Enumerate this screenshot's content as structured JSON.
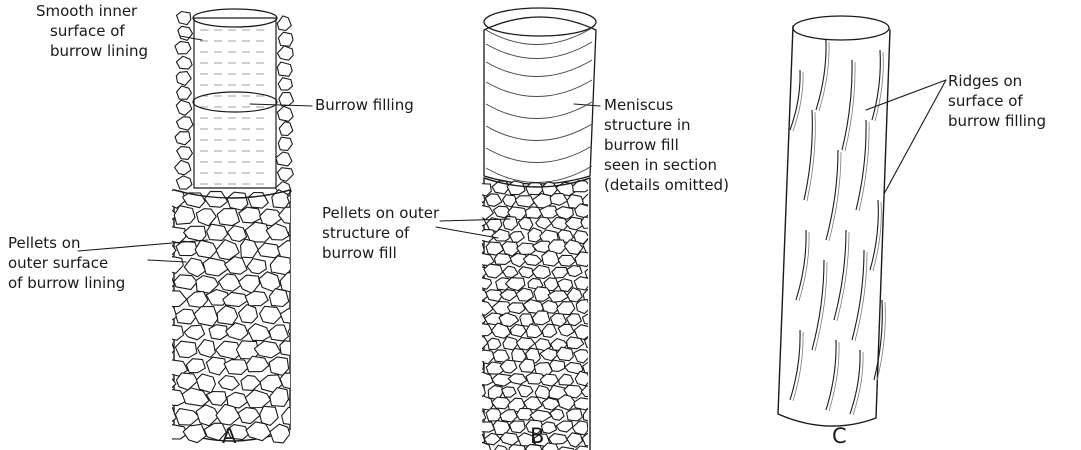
{
  "panels": [
    {
      "letter": "A",
      "labels": {
        "inner_surface": [
          "Smooth inner",
          "surface of",
          "burrow lining"
        ],
        "filling": [
          "Burrow filling"
        ],
        "pellets": [
          "Pellets on",
          "outer surface",
          "of burrow lining"
        ]
      }
    },
    {
      "letter": "B",
      "labels": {
        "meniscus": [
          "Meniscus",
          "structure in",
          "burrow fill",
          "seen in section",
          "(details omitted)"
        ],
        "pellets": [
          "Pellets on outer",
          "structure of",
          "burrow fill"
        ]
      }
    },
    {
      "letter": "C",
      "labels": {
        "ridges": [
          "Ridges on",
          "surface of",
          "burrow filling"
        ]
      }
    }
  ]
}
